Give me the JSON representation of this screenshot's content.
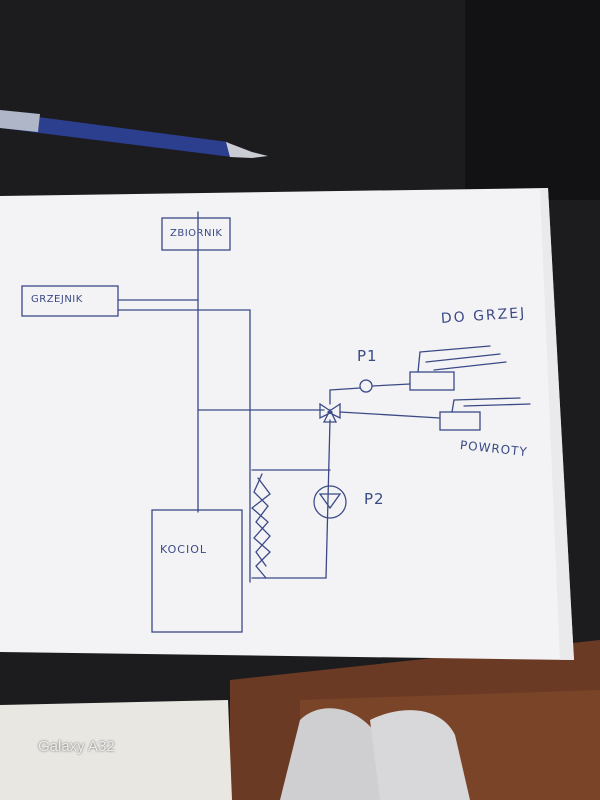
{
  "photo": {
    "watermark": "Galaxy A32"
  },
  "sketch": {
    "labels": {
      "tank": "ZBIORNIK",
      "radiator": "GRZEJNIK",
      "boiler": "KOCIOL",
      "pump_1": "P1",
      "pump_2": "P2",
      "to_radiators": "DO GRZEJ",
      "returns": "POWROTY"
    }
  },
  "colors": {
    "desk": "#1c1c1e",
    "paper": "#f3f3f5",
    "ink": "#3b4a86",
    "pen_body": "#2c3f8f",
    "floor": "#6b3a24"
  }
}
